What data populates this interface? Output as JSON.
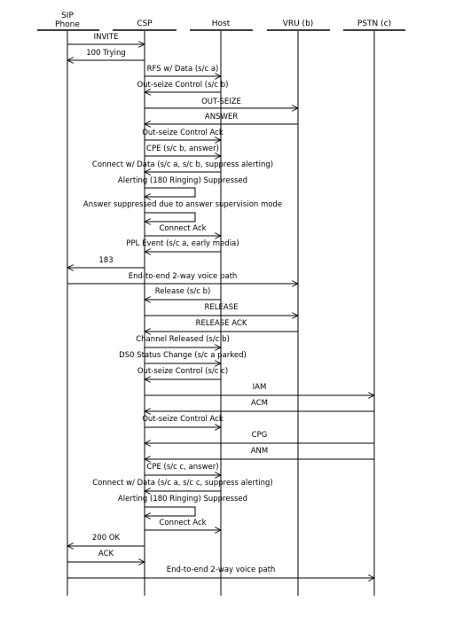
{
  "participants": [
    {
      "id": "sip",
      "label_line1": "SIP",
      "label_line2": "Phone"
    },
    {
      "id": "csp",
      "label_line1": "CSP",
      "label_line2": ""
    },
    {
      "id": "host",
      "label_line1": "Host",
      "label_line2": ""
    },
    {
      "id": "vru",
      "label_line1": "VRU (b)",
      "label_line2": ""
    },
    {
      "id": "pstn",
      "label_line1": "PSTN (c)",
      "label_line2": ""
    }
  ],
  "messages": [
    {
      "text": "INVITE",
      "from": "sip",
      "to": "csp"
    },
    {
      "text": "100 Trying",
      "from": "csp",
      "to": "sip"
    },
    {
      "text": "RFS w/ Data (s/c a)",
      "from": "csp",
      "to": "host"
    },
    {
      "text": "Out-seize Control (s/c b)",
      "from": "host",
      "to": "csp"
    },
    {
      "text": "OUT-SEIZE",
      "from": "csp",
      "to": "vru"
    },
    {
      "text": "ANSWER",
      "from": "vru",
      "to": "csp"
    },
    {
      "text": "Out-seize Control Ack",
      "from": "csp",
      "to": "host"
    },
    {
      "text": "CPE (s/c b, answer)",
      "from": "csp",
      "to": "host"
    },
    {
      "text": "Connect w/ Data (s/c a, s/c b, suppress alerting)",
      "from": "host",
      "to": "csp"
    },
    {
      "text": "Alerting (180 Ringing) Suppressed",
      "from": "csp",
      "to": "csp"
    },
    {
      "text": "Answer suppressed due to answer supervision mode",
      "from": "csp",
      "to": "csp"
    },
    {
      "text": "Connect Ack",
      "from": "csp",
      "to": "host"
    },
    {
      "text": "PPL Event (s/c a, early media)",
      "from": "host",
      "to": "csp"
    },
    {
      "text": "183",
      "from": "csp",
      "to": "sip"
    },
    {
      "text": "End-to-end 2-way voice path",
      "from": "sip",
      "to": "vru"
    },
    {
      "text": "Release (s/c b)",
      "from": "host",
      "to": "csp"
    },
    {
      "text": "RELEASE",
      "from": "csp",
      "to": "vru"
    },
    {
      "text": "RELEASE ACK",
      "from": "vru",
      "to": "csp"
    },
    {
      "text": "Channel Released (s/c b)",
      "from": "csp",
      "to": "host"
    },
    {
      "text": "DS0 Status Change (s/c a parked)",
      "from": "csp",
      "to": "host"
    },
    {
      "text": "Out-seize Control (s/c c)",
      "from": "host",
      "to": "csp"
    },
    {
      "text": "IAM",
      "from": "csp",
      "to": "pstn"
    },
    {
      "text": "ACM",
      "from": "pstn",
      "to": "csp"
    },
    {
      "text": "Out-seize Control Ack",
      "from": "csp",
      "to": "host"
    },
    {
      "text": "CPG",
      "from": "pstn",
      "to": "csp"
    },
    {
      "text": "ANM",
      "from": "pstn",
      "to": "csp"
    },
    {
      "text": "CPE (s/c c, answer)",
      "from": "csp",
      "to": "host"
    },
    {
      "text": "Connect w/ Data (s/c a, s/c c, suppress alerting)",
      "from": "host",
      "to": "csp"
    },
    {
      "text": "Alerting (180 Ringing) Suppressed",
      "from": "csp",
      "to": "csp"
    },
    {
      "text": "Connect Ack",
      "from": "csp",
      "to": "host"
    },
    {
      "text": "200 OK",
      "from": "csp",
      "to": "sip"
    },
    {
      "text": "ACK",
      "from": "sip",
      "to": "csp"
    },
    {
      "text": "End-to-end 2-way voice path",
      "from": "sip",
      "to": "pstn"
    }
  ]
}
